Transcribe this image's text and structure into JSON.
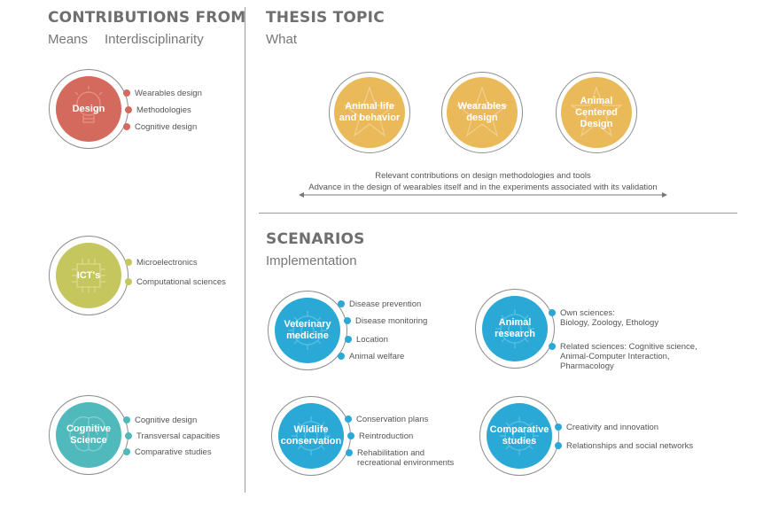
{
  "left": {
    "title": "CONTRIBUTIONS FROM",
    "sub_means": "Means",
    "sub_inter": "Interdisciplinarity",
    "groups": [
      {
        "label": "Design",
        "color": "#d46a5d",
        "items": [
          "Wearables design",
          "Methodologies",
          "Cognitive design"
        ]
      },
      {
        "label": "ICT's",
        "color": "#c6c65e",
        "items": [
          "Microelectronics",
          "Computational sciences"
        ]
      },
      {
        "label": "Cognitive\nScience",
        "color": "#4fb9bb",
        "items": [
          "Cognitive design",
          "Transversal capacities",
          "Comparative studies"
        ]
      }
    ]
  },
  "thesis": {
    "title": "THESIS TOPIC",
    "sub": "What",
    "topics": [
      "Animal life\nand behavior",
      "Wearables\ndesign",
      "Animal\nCentered\nDesign"
    ],
    "note1": "Relevant contributions on design methodologies and tools",
    "note2": "Advance in the design of wearables itself and in the experiments associated with its validation",
    "color": "#eab95a"
  },
  "scenarios": {
    "title": "SCENARIOS",
    "sub": "Implementation",
    "color": "#2aa9d6",
    "items": [
      {
        "label": "Veterinary\nmedicine",
        "items": [
          "Disease prevention",
          "Disease monitoring",
          "Location",
          "Animal welfare"
        ]
      },
      {
        "label": "Animal\nresearch",
        "items": [
          "Own sciences:\nBiology, Zoology, Ethology",
          "Related sciences: Cognitive science,\nAnimal-Computer Interaction,\nPharmacology"
        ]
      },
      {
        "label": "Wildlife\nconservation",
        "items": [
          "Conservation plans",
          "Reintroduction",
          "Rehabilitation and\nrecreational environments"
        ]
      },
      {
        "label": "Comparative\nstudies",
        "items": [
          "Creativity and innovation",
          "Relationships and social networks"
        ]
      }
    ]
  }
}
